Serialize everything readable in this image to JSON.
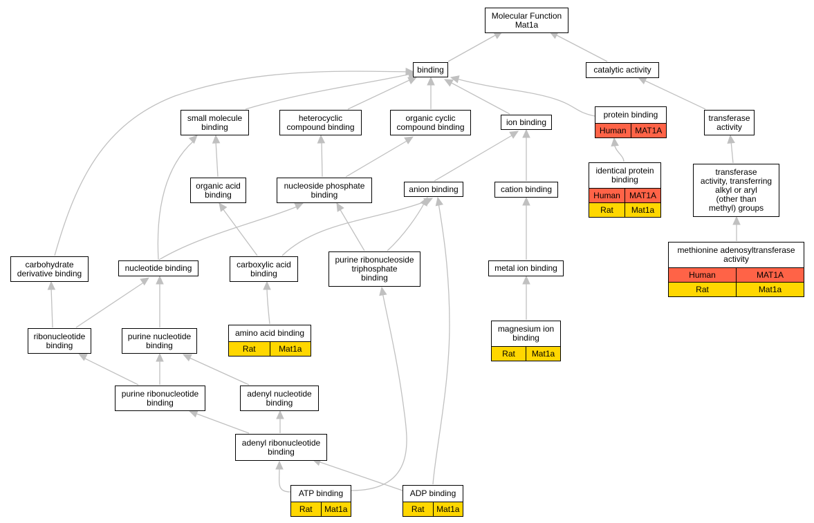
{
  "colors": {
    "edge": "#c0c0c0",
    "human": "#ff6347",
    "rat": "#ffd700"
  },
  "nodes": {
    "mf": {
      "label": "Molecular Function\nMat1a"
    },
    "binding": {
      "label": "binding"
    },
    "catalytic": {
      "label": "catalytic activity"
    },
    "small": {
      "label": "small molecule\nbinding"
    },
    "hetero": {
      "label": "heterocyclic\ncompound binding"
    },
    "orgcyc": {
      "label": "organic cyclic\ncompound binding"
    },
    "ion": {
      "label": "ion binding"
    },
    "protein": {
      "label": "protein binding",
      "rows": [
        [
          "Human",
          "MAT1A"
        ]
      ]
    },
    "transferase": {
      "label": "transferase\nactivity"
    },
    "identical": {
      "label": "identical protein\nbinding",
      "rows": [
        [
          "Human",
          "MAT1A"
        ],
        [
          "Rat",
          "Mat1a"
        ]
      ]
    },
    "transalkyl": {
      "label": "transferase\nactivity, transferring\nalkyl or aryl\n(other than\nmethyl) groups"
    },
    "orgacid": {
      "label": "organic acid\nbinding"
    },
    "nucphos": {
      "label": "nucleoside phosphate\nbinding"
    },
    "anion": {
      "label": "anion binding"
    },
    "cation": {
      "label": "cation binding"
    },
    "methionine": {
      "label": "methionine adenosyltransferase\nactivity",
      "rows": [
        [
          "Human",
          "MAT1A"
        ],
        [
          "Rat",
          "Mat1a"
        ]
      ]
    },
    "carbo": {
      "label": "carbohydrate\nderivative binding"
    },
    "nucleotide": {
      "label": "nucleotide binding"
    },
    "carboxylic": {
      "label": "carboxylic acid\nbinding"
    },
    "purribotri": {
      "label": "purine ribonucleoside\ntriphosphate\nbinding"
    },
    "metal": {
      "label": "metal ion binding"
    },
    "amino": {
      "label": "amino acid binding",
      "rows": [
        [
          "Rat",
          "Mat1a"
        ]
      ]
    },
    "magnesium": {
      "label": "magnesium ion\nbinding",
      "rows": [
        [
          "Rat",
          "Mat1a"
        ]
      ]
    },
    "ribonuc": {
      "label": "ribonucleotide\nbinding"
    },
    "purnuc": {
      "label": "purine nucleotide\nbinding"
    },
    "purribonuc": {
      "label": "purine ribonucleotide\nbinding"
    },
    "adenyl": {
      "label": "adenyl nucleotide\nbinding"
    },
    "adenylribo": {
      "label": "adenyl ribonucleotide\nbinding"
    },
    "atp": {
      "label": "ATP binding",
      "rows": [
        [
          "Rat",
          "Mat1a"
        ]
      ]
    },
    "adp": {
      "label": "ADP binding",
      "rows": [
        [
          "Rat",
          "Mat1a"
        ]
      ]
    }
  }
}
